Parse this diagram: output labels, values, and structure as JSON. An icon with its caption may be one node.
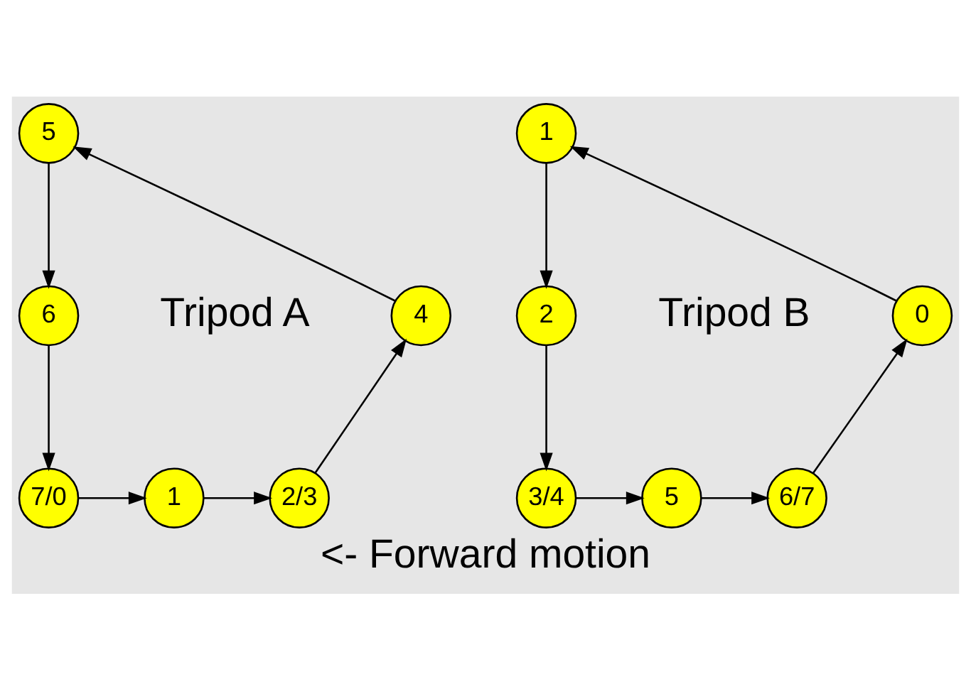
{
  "diagram": {
    "caption": "<- Forward motion",
    "nodes": [
      {
        "text": [
          "5"
        ]
      },
      {
        "text": [
          "6"
        ]
      },
      {
        "text": [
          "7/0"
        ]
      },
      {
        "text": [
          "1"
        ]
      },
      {
        "text": [
          "2/3"
        ]
      },
      {
        "text": [
          "4"
        ]
      },
      {
        "text": [
          "1"
        ]
      },
      {
        "text": [
          "2"
        ]
      },
      {
        "text": [
          "3/4"
        ]
      },
      {
        "text": [
          "5"
        ]
      },
      {
        "text": [
          "6/7"
        ]
      },
      {
        "text": [
          "0"
        ]
      }
    ],
    "edges": [
      {
        "from": 0,
        "to": 1,
        "arrow": "to"
      },
      {
        "from": 1,
        "to": 2,
        "arrow": "to"
      },
      {
        "from": 2,
        "to": 3,
        "arrow": "to"
      },
      {
        "from": 3,
        "to": 4,
        "arrow": "to"
      },
      {
        "from": 4,
        "to": 5,
        "arrow": "to"
      },
      {
        "from": 5,
        "to": 0,
        "arrow": "to"
      },
      {
        "from": 6,
        "to": 7,
        "arrow": "to"
      },
      {
        "from": 7,
        "to": 8,
        "arrow": "to"
      },
      {
        "from": 8,
        "to": 9,
        "arrow": "to"
      },
      {
        "from": 9,
        "to": 10,
        "arrow": "to"
      },
      {
        "from": 10,
        "to": 11,
        "arrow": "to"
      },
      {
        "from": 11,
        "to": 6,
        "arrow": "to"
      }
    ],
    "labels": [
      "Tripod A",
      "Tripod B"
    ]
  }
}
